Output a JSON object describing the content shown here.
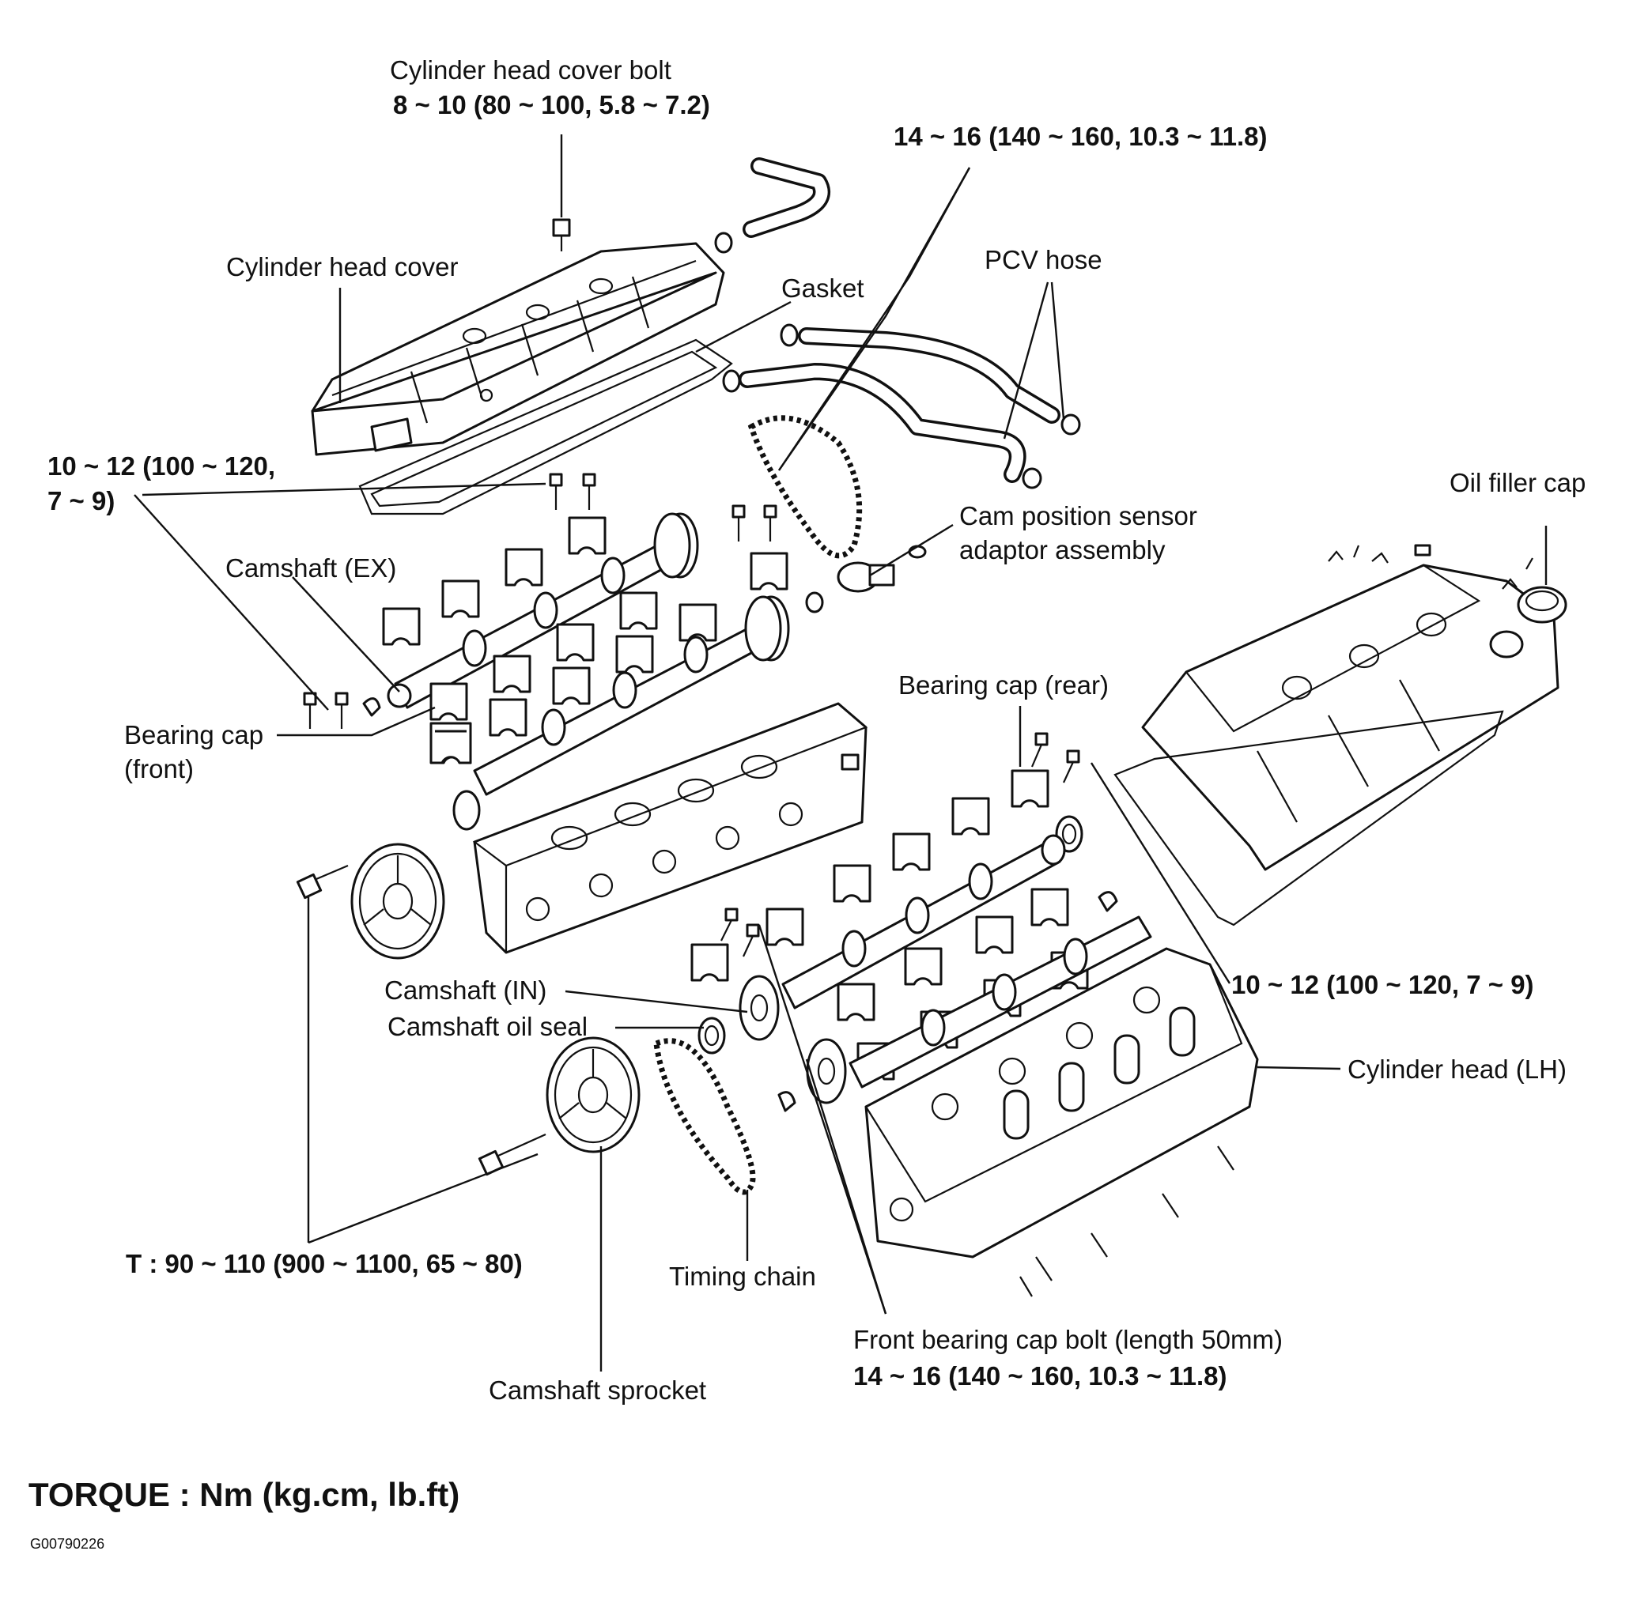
{
  "labels": {
    "cover_bolt_name": "Cylinder head cover bolt",
    "cover_bolt_torque": "8 ~ 10 (80 ~ 100, 5.8 ~ 7.2)",
    "top_bolt_torque": "14 ~ 16 (140 ~ 160, 10.3 ~ 11.8)",
    "pcv_hose": "PCV hose",
    "cylinder_head_cover": "Cylinder head cover",
    "gasket": "Gasket",
    "cap_bolt_torque_left_1": "10 ~ 12 (100 ~ 120,",
    "cap_bolt_torque_left_2": "7 ~ 9)",
    "oil_filler_cap": "Oil filler cap",
    "cam_sensor_1": "Cam position sensor",
    "cam_sensor_2": "adaptor assembly",
    "camshaft_ex": "Camshaft (EX)",
    "bearing_cap_rear": "Bearing cap (rear)",
    "bearing_cap_front_1": "Bearing cap",
    "bearing_cap_front_2": "(front)",
    "cap_bolt_torque_right": "10 ~ 12 (100 ~ 120, 7 ~ 9)",
    "camshaft_in": "Camshaft (IN)",
    "camshaft_oil_seal": "Camshaft oil seal",
    "cylinder_head_lh": "Cylinder head (LH)",
    "sprocket_torque": "T : 90 ~ 110 (900 ~ 1100, 65 ~ 80)",
    "timing_chain": "Timing chain",
    "front_cap_bolt_name": "Front bearing cap bolt (length 50mm)",
    "front_cap_bolt_torque": "14 ~ 16 (140 ~ 160, 10.3 ~ 11.8)",
    "camshaft_sprocket": "Camshaft sprocket",
    "torque_units": "TORQUE : Nm (kg.cm, lb.ft)",
    "figure_code": "G00790226"
  }
}
